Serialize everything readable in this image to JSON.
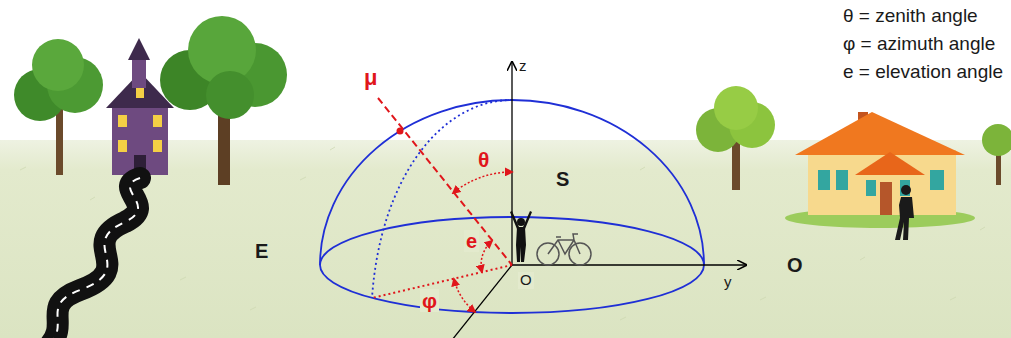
{
  "diagram": {
    "labels": [
      "θ = zenith angle",
      "φ = azimuth angle",
      "e = elevation angle",
      "μ",
      "z",
      "θ",
      "S",
      "e",
      "E",
      "O",
      "y",
      "φ",
      "O"
    ]
  }
}
